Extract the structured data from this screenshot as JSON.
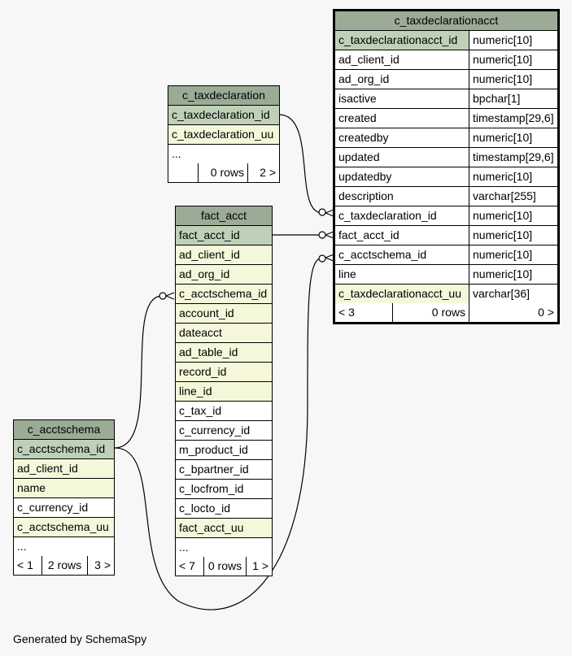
{
  "footer_text": "Generated by SchemaSpy",
  "tables": {
    "c_taxdeclarationacct": {
      "name": "c_taxdeclarationacct",
      "columns": [
        {
          "name": "c_taxdeclarationacct_id",
          "type": "numeric[10]",
          "kind": "pk"
        },
        {
          "name": "ad_client_id",
          "type": "numeric[10]",
          "kind": "plain"
        },
        {
          "name": "ad_org_id",
          "type": "numeric[10]",
          "kind": "plain"
        },
        {
          "name": "isactive",
          "type": "bpchar[1]",
          "kind": "plain"
        },
        {
          "name": "created",
          "type": "timestamp[29,6]",
          "kind": "plain"
        },
        {
          "name": "createdby",
          "type": "numeric[10]",
          "kind": "plain"
        },
        {
          "name": "updated",
          "type": "timestamp[29,6]",
          "kind": "plain"
        },
        {
          "name": "updatedby",
          "type": "numeric[10]",
          "kind": "plain"
        },
        {
          "name": "description",
          "type": "varchar[255]",
          "kind": "plain"
        },
        {
          "name": "c_taxdeclaration_id",
          "type": "numeric[10]",
          "kind": "plain"
        },
        {
          "name": "fact_acct_id",
          "type": "numeric[10]",
          "kind": "plain"
        },
        {
          "name": "c_acctschema_id",
          "type": "numeric[10]",
          "kind": "plain"
        },
        {
          "name": "line",
          "type": "numeric[10]",
          "kind": "plain"
        },
        {
          "name": "c_taxdeclarationacct_uu",
          "type": "varchar[36]",
          "kind": "fk"
        }
      ],
      "footer": {
        "parents": "< 3",
        "rows": "0 rows",
        "children": "0 >"
      }
    },
    "c_taxdeclaration": {
      "name": "c_taxdeclaration",
      "columns": [
        {
          "name": "c_taxdeclaration_id",
          "kind": "pk"
        },
        {
          "name": "c_taxdeclaration_uu",
          "kind": "fk"
        },
        {
          "name": "...",
          "kind": "plain"
        }
      ],
      "footer": {
        "parents": "",
        "rows": "0 rows",
        "children": "2 >"
      }
    },
    "fact_acct": {
      "name": "fact_acct",
      "columns": [
        {
          "name": "fact_acct_id",
          "kind": "pk"
        },
        {
          "name": "ad_client_id",
          "kind": "fk"
        },
        {
          "name": "ad_org_id",
          "kind": "fk"
        },
        {
          "name": "c_acctschema_id",
          "kind": "fk"
        },
        {
          "name": "account_id",
          "kind": "fk"
        },
        {
          "name": "dateacct",
          "kind": "fk"
        },
        {
          "name": "ad_table_id",
          "kind": "fk"
        },
        {
          "name": "record_id",
          "kind": "fk"
        },
        {
          "name": "line_id",
          "kind": "fk"
        },
        {
          "name": "c_tax_id",
          "kind": "plain"
        },
        {
          "name": "c_currency_id",
          "kind": "plain"
        },
        {
          "name": "m_product_id",
          "kind": "plain"
        },
        {
          "name": "c_bpartner_id",
          "kind": "plain"
        },
        {
          "name": "c_locfrom_id",
          "kind": "plain"
        },
        {
          "name": "c_locto_id",
          "kind": "plain"
        },
        {
          "name": "fact_acct_uu",
          "kind": "fk"
        },
        {
          "name": "...",
          "kind": "plain"
        }
      ],
      "footer": {
        "parents": "< 7",
        "rows": "0 rows",
        "children": "1 >"
      }
    },
    "c_acctschema": {
      "name": "c_acctschema",
      "columns": [
        {
          "name": "c_acctschema_id",
          "kind": "pk"
        },
        {
          "name": "ad_client_id",
          "kind": "fk"
        },
        {
          "name": "name",
          "kind": "fk"
        },
        {
          "name": "c_currency_id",
          "kind": "plain"
        },
        {
          "name": "c_acctschema_uu",
          "kind": "fk"
        },
        {
          "name": "...",
          "kind": "plain"
        }
      ],
      "footer": {
        "parents": "< 1",
        "rows": "2 rows",
        "children": "3 >"
      }
    }
  }
}
